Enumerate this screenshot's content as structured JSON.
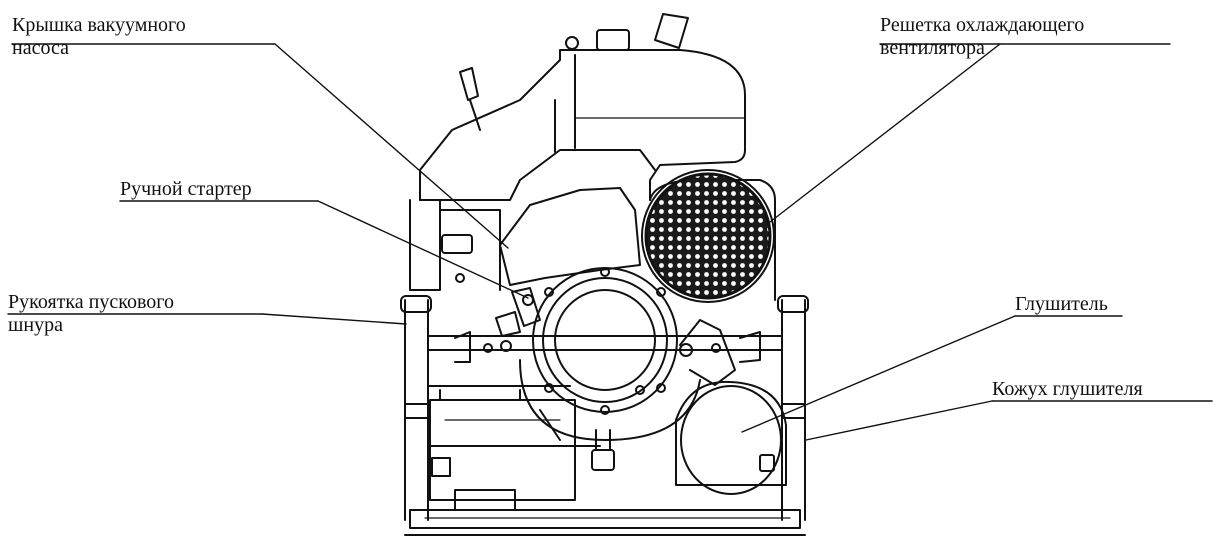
{
  "diagram": {
    "labels": {
      "vacuum_pump_cover": [
        "Крышка вакуумного",
        "насоса"
      ],
      "fan_grille": [
        "Решетка охлаждающего",
        "вентилятора"
      ],
      "manual_starter": [
        "Ручной стартер"
      ],
      "starter_cord_handle": [
        "Рукоятка пускового",
        "шнура"
      ],
      "muffler": [
        "Глушитель"
      ],
      "muffler_cover": [
        "Кожух глушителя"
      ]
    },
    "colors": {
      "ink": "#111111",
      "paper": "#ffffff",
      "grille_fill": "#1a1a1a"
    }
  }
}
